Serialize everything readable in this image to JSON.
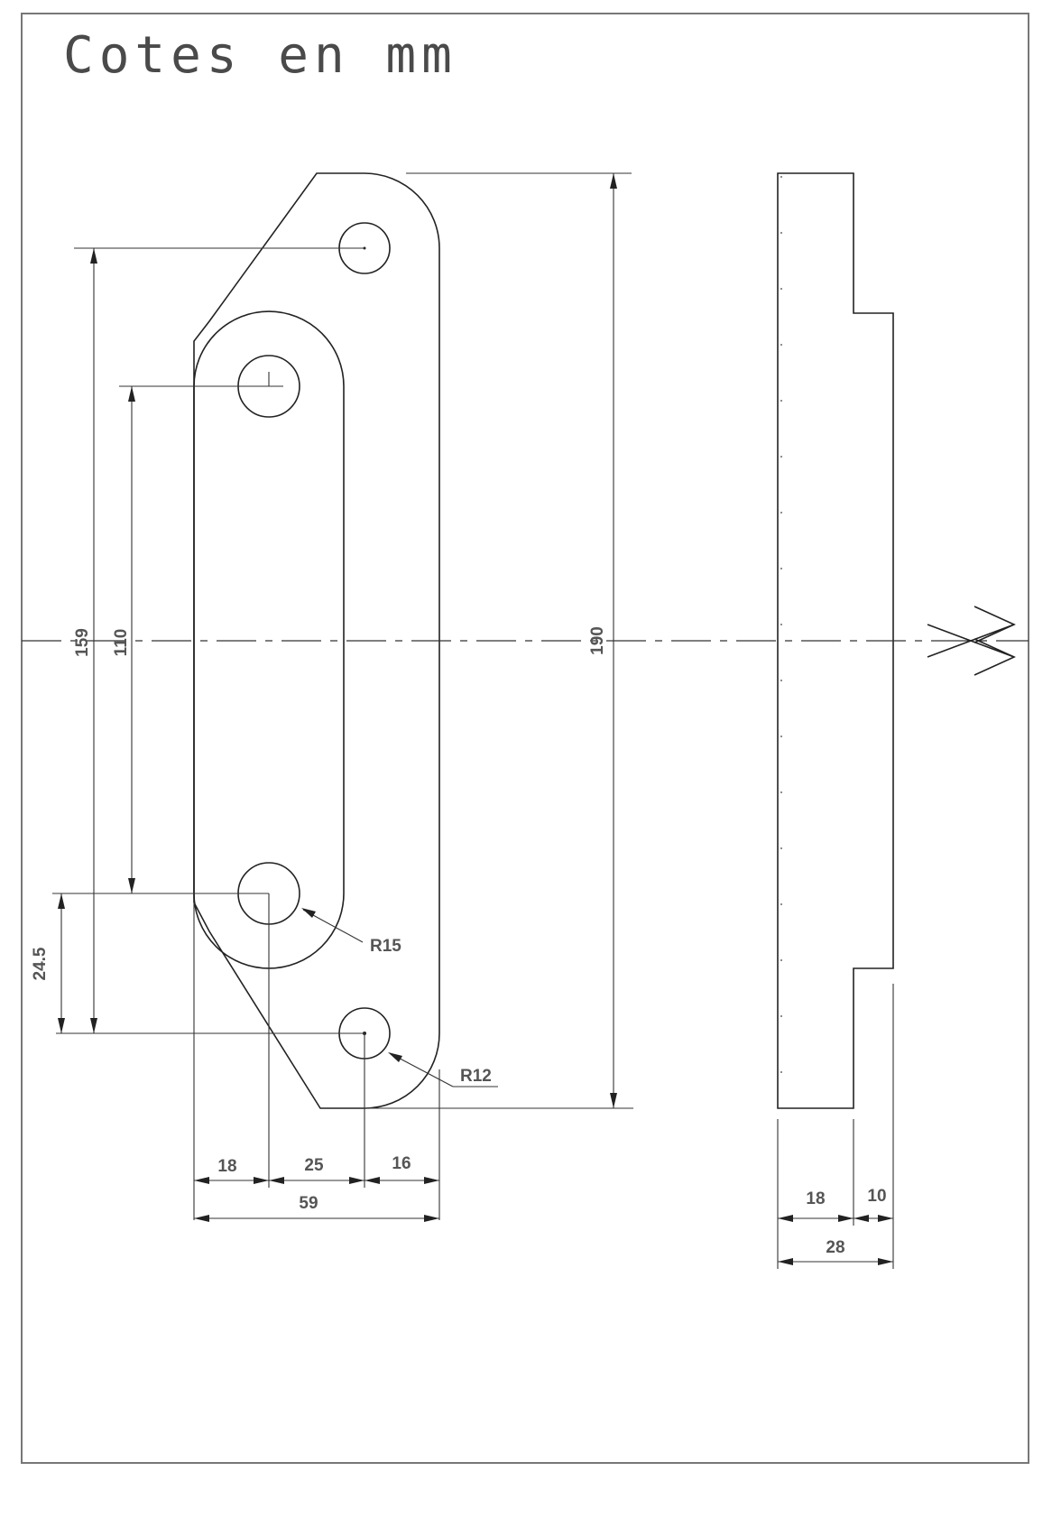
{
  "title": "Cotes en mm",
  "dimensions": {
    "d159": "159",
    "d110": "110",
    "d190": "190",
    "d24_5": "24.5",
    "r15": "R15",
    "r12": "R12",
    "d18_front": "18",
    "d25": "25",
    "d16": "16",
    "d59": "59",
    "d18_side": "18",
    "d10": "10",
    "d28": "28"
  }
}
